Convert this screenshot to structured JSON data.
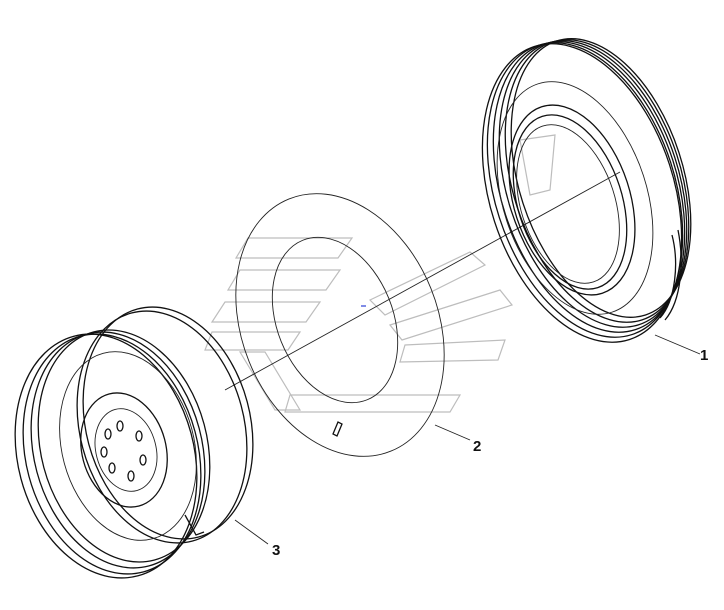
{
  "diagram": {
    "callouts": [
      {
        "label": "1",
        "part": "tire"
      },
      {
        "label": "2",
        "part": "flap"
      },
      {
        "label": "3",
        "part": "wheel-rim"
      }
    ]
  },
  "colors": {
    "line": "#111111",
    "watermark": "#bdbdbd",
    "background": "#ffffff"
  }
}
